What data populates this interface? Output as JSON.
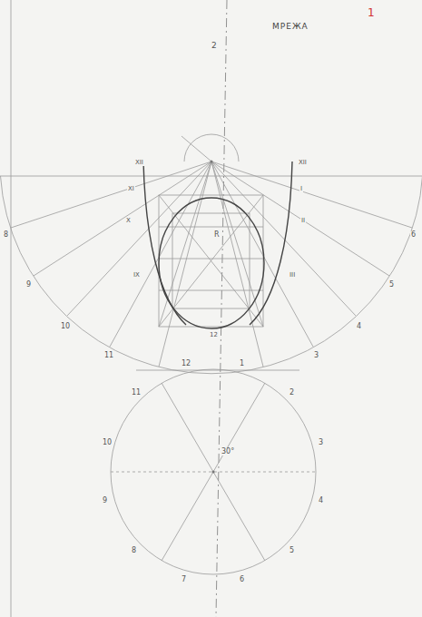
{
  "diagram": {
    "title": "МРЕЖА",
    "labels": [
      "1",
      "2",
      "R",
      "30°",
      "12",
      "12",
      "1",
      "2",
      "3",
      "4",
      "5",
      "6",
      "7",
      "8",
      "9",
      "10",
      "11",
      "8",
      "9",
      "10",
      "11",
      "6",
      "5",
      "4",
      "3",
      "XII",
      "XI",
      "X",
      "IX",
      "XII",
      "I",
      "II",
      "III"
    ]
  }
}
